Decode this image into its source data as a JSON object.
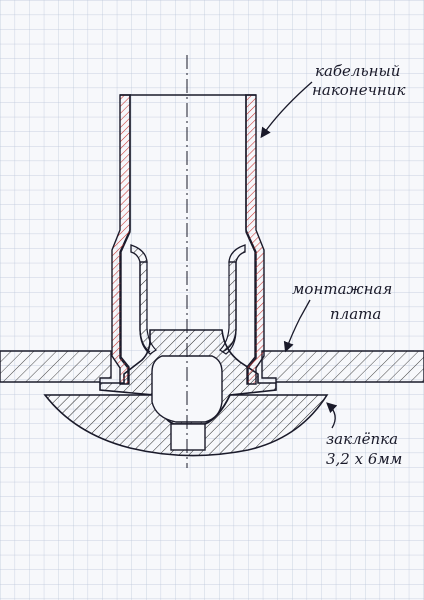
{
  "labels": {
    "cable_lug": [
      "кабельный",
      "наконечник"
    ],
    "mounting_plate": [
      "монтажная",
      "плата"
    ],
    "rivet": [
      "заклёпка",
      "3,2 х 6мм"
    ]
  },
  "colors": {
    "paper": "#f7f8fb",
    "grid": "#b9c4d8",
    "ink": "#1a1a2a",
    "lug_hatch": "#c8322e"
  }
}
